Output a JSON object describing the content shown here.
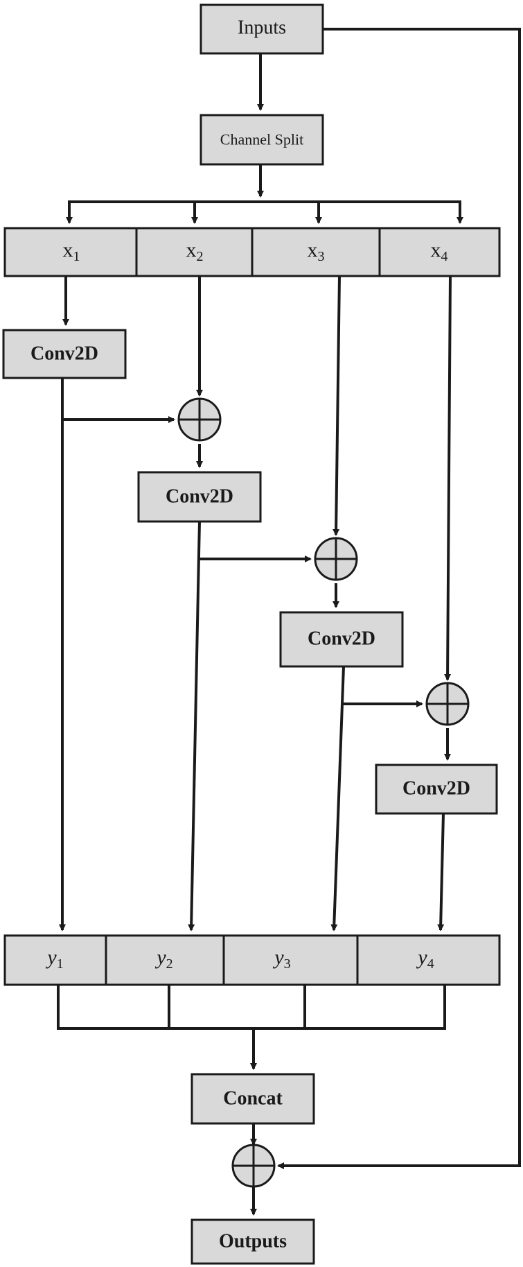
{
  "nodes": {
    "inputs": "Inputs",
    "channel_split": "Channel Split",
    "conv2d": "Conv2D",
    "concat": "Concat",
    "outputs": "Outputs"
  },
  "x_splits": [
    {
      "base": "x",
      "sub": "1"
    },
    {
      "base": "x",
      "sub": "2"
    },
    {
      "base": "x",
      "sub": "3"
    },
    {
      "base": "x",
      "sub": "4"
    }
  ],
  "y_splits": [
    {
      "base": "y",
      "sub": "1"
    },
    {
      "base": "y",
      "sub": "2"
    },
    {
      "base": "y",
      "sub": "3"
    },
    {
      "base": "y",
      "sub": "4"
    }
  ],
  "colors": {
    "box_fill": "#d9d9d9",
    "stroke": "#1a1a1a"
  }
}
